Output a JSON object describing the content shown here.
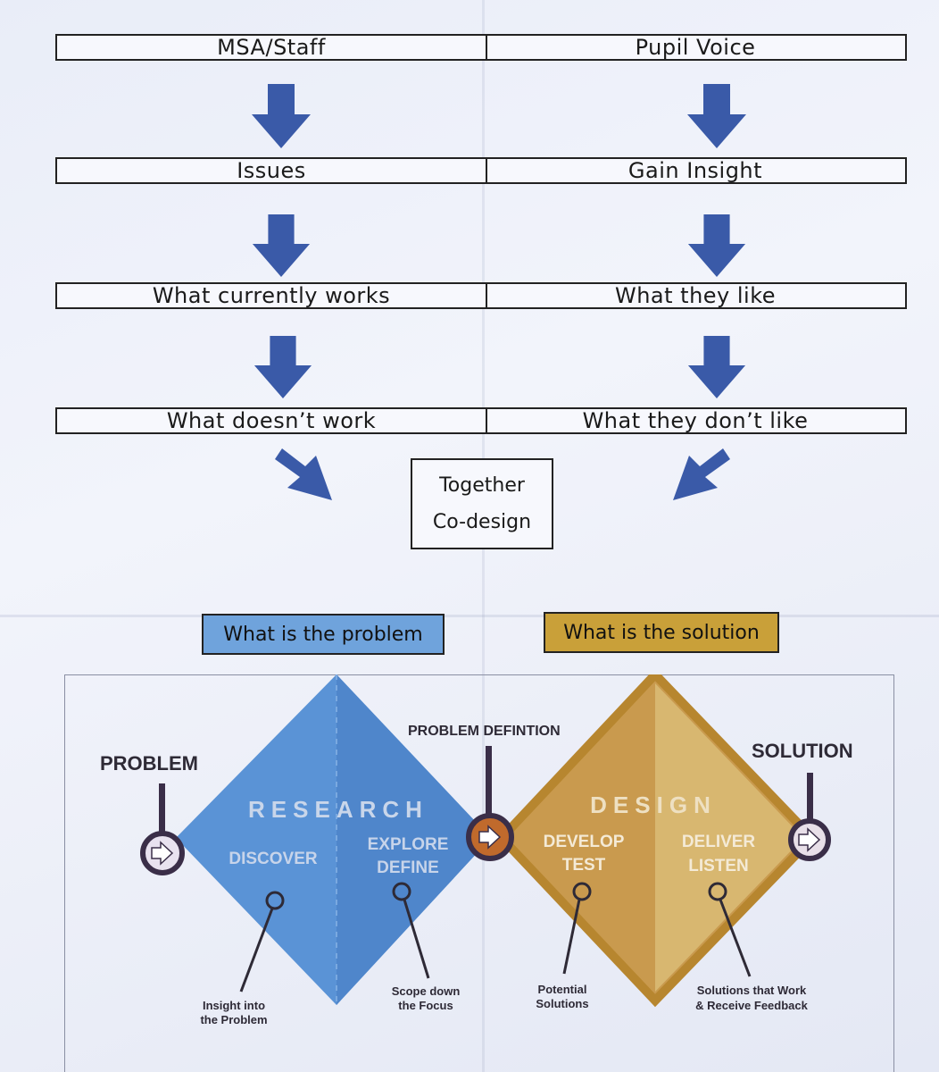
{
  "rows": [
    {
      "left": "MSA/Staff",
      "right": "Pupil Voice"
    },
    {
      "left": "Issues",
      "right": "Gain Insight"
    },
    {
      "left": "What currently works",
      "right": "What they like"
    },
    {
      "left": "What doesn’t work",
      "right": "What they don’t like"
    }
  ],
  "together": {
    "line1": "Together",
    "line2": "Co-design"
  },
  "problem_box": "What is the problem",
  "solution_box": "What is the solution",
  "diagram": {
    "problem": "PROBLEM",
    "problem_definition": "PROBLEM DEFINTION",
    "solution": "SOLUTION",
    "research": "RESEARCH",
    "design": "DESIGN",
    "discover": "DISCOVER",
    "explore": "EXPLORE",
    "define": "DEFINE",
    "develop": "DEVELOP",
    "test": "TEST",
    "deliver": "DELIVER",
    "listen": "LISTEN",
    "note1_a": "Insight into",
    "note1_b": "the Problem",
    "note2_a": "Scope down",
    "note2_b": "the Focus",
    "note3_a": "Potential",
    "note3_b": "Solutions",
    "note4_a": "Solutions that Work",
    "note4_b": "& Receive Feedback"
  },
  "colors": {
    "arrow": "#3a5aa8",
    "research": "#5a93d6",
    "design": "#c99a4e",
    "problem_box": "#6fa3dc",
    "solution_box": "#c9a039"
  }
}
